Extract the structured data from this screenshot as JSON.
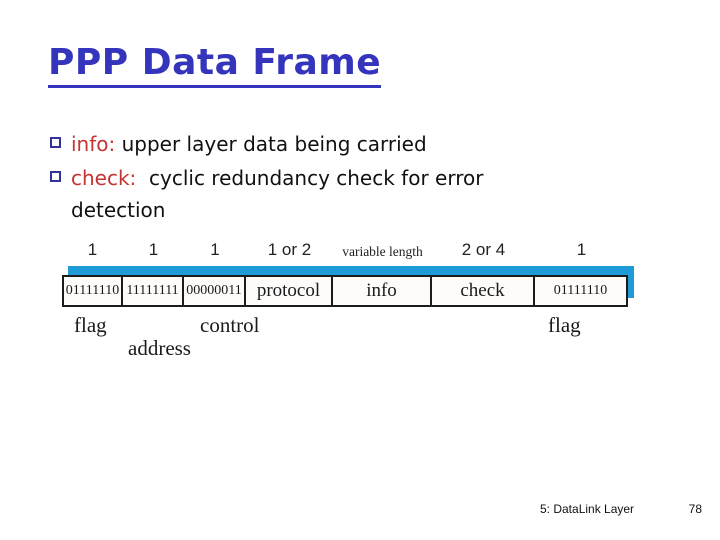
{
  "slide": {
    "title": "PPP Data Frame",
    "bullets": [
      {
        "term": "info:",
        "text": " upper layer data being carried"
      },
      {
        "term": "check:",
        "text": "  cyclic redundancy check for error detection"
      }
    ]
  },
  "diagram": {
    "fields": [
      {
        "size": "1",
        "value": "01111110"
      },
      {
        "size": "1",
        "value": "11111111"
      },
      {
        "size": "1",
        "value": "00000011"
      },
      {
        "size": "1 or 2",
        "value": "protocol"
      },
      {
        "size": "variable length",
        "value": "info"
      },
      {
        "size": "2 or 4",
        "value": "check"
      },
      {
        "size": "1",
        "value": "01111110"
      }
    ],
    "labels": {
      "flag_left": "flag",
      "address": "address",
      "control": "control",
      "flag_right": "flag"
    }
  },
  "footer": {
    "section": "5: DataLink Layer",
    "page": "78"
  },
  "colors": {
    "title_blue": "#3434bd",
    "term_red": "#c53333",
    "bullet_navy": "#333399",
    "bar_blue": "#1f9bd7"
  }
}
